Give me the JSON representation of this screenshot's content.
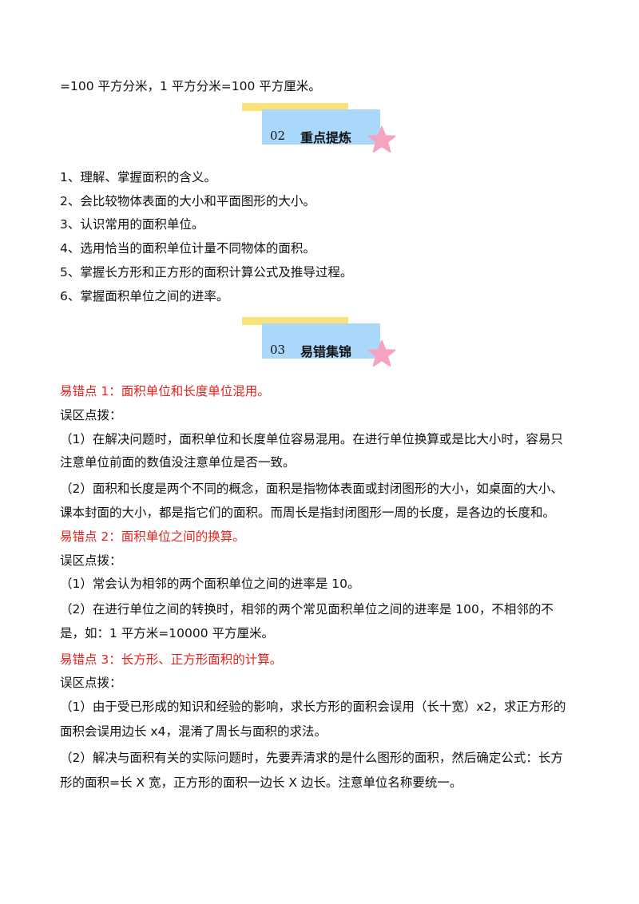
{
  "top_line": "=100 平方分米，1 平方分米=100 平方厘米。",
  "section2": {
    "number": "02",
    "title": "重点提炼",
    "items": [
      "1、理解、掌握面积的含义。",
      "2、会比较物体表面的大小和平面图形的大小。",
      "3、认识常用的面积单位。",
      "4、选用恰当的面积单位计量不同物体的面积。",
      "5、掌握长方形和正方形的面积计算公式及推导过程。",
      "6、掌握面积单位之间的进率。"
    ]
  },
  "section3": {
    "number": "03",
    "title": "易错集锦",
    "p1": {
      "heading": "易错点 1：面积单位和长度单位混用。",
      "label": "误区点拨：",
      "lines": [
        "（1）在解决问题时，面积单位和长度单位容易混用。在进行单位换算或是比大小时，容易只",
        "注意单位前面的数值没注意单位是否一致。",
        "（2）面积和长度是两个不同的概念，面积是指物体表面或封闭图形的大小，如桌面的大小、",
        "课本封面的大小，都是指它们的面积。而周长是指封闭图形一周的长度，是各边的长度和。"
      ]
    },
    "p2": {
      "heading": "易错点 2：面积单位之间的换算。",
      "label": "误区点拨：",
      "lines": [
        "（1）常会认为相邻的两个面积单位之间的进率是 10。",
        "（2）在进行单位之间的转换时，相邻的两个常见面积单位之间的进率是 100，不相邻的不",
        "是，如：1 平方米=10000 平方厘米。"
      ]
    },
    "p3": {
      "heading": "易错点 3：长方形、正方形面积的计算。",
      "label": "误区点拨：",
      "lines": [
        "（1）由于受已形成的知识和经验的影响，求长方形的面积会误用（长十宽）x2，求正方形的",
        "面积会误用边长 x4，混淆了周长与面积的求法。",
        "（2）解决与面积有关的实际问题时，先要弄清求的是什么图形的面积，然后确定公式：长方",
        "形的面积=长 X 宽，正方形的面积一边长 X 边长。注意单位名称要统一。"
      ]
    }
  },
  "colors": {
    "red_heading": "#e8211c",
    "banner_yellow": "#fbe37a",
    "banner_blue": "#a9d8fb",
    "star_pink": "#f6a3c1"
  }
}
